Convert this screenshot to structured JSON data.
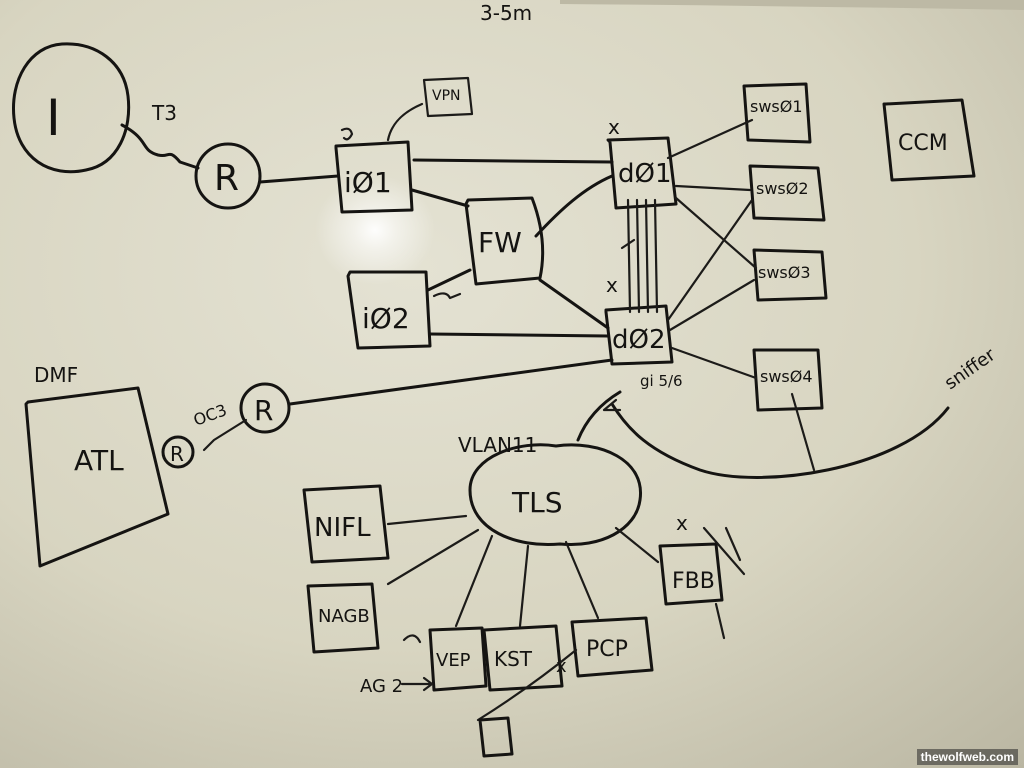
{
  "title": "3-5m",
  "corner_labels": {
    "top_left_cloud": "I",
    "dmf": "DMF"
  },
  "links": {
    "t3": "T3",
    "oc3": "OC3",
    "gi": "gi 5/6",
    "ag": "AG 2",
    "sniffer": "sniffer"
  },
  "routers": {
    "top": "R",
    "mid": "R",
    "small": "R"
  },
  "nodes": {
    "i01": "iØ1",
    "i02": "iØ2",
    "vpn": "VPN",
    "fw": "FW",
    "d01": "dØ1",
    "d02": "dØ2",
    "ccm": "CCM",
    "atl": "ATL",
    "sws01": "swsØ1",
    "sws02": "swsØ2",
    "sws03": "swsØ3",
    "sws04": "swsØ4"
  },
  "vlan": {
    "label": "VLAN11",
    "cloud": "TLS"
  },
  "tls_sites": {
    "nifl": "NIFL",
    "nagb": "NAGB",
    "vep": "VEP",
    "kst": "KST",
    "pcp": "PCP",
    "fbb": "FBB"
  },
  "marks": {
    "x1": "x",
    "x2": "x",
    "x3": "x",
    "x4": "x"
  },
  "watermark": "thewolfweb.com",
  "colors": {
    "board": "#dad7c3",
    "ink": "#151412"
  }
}
